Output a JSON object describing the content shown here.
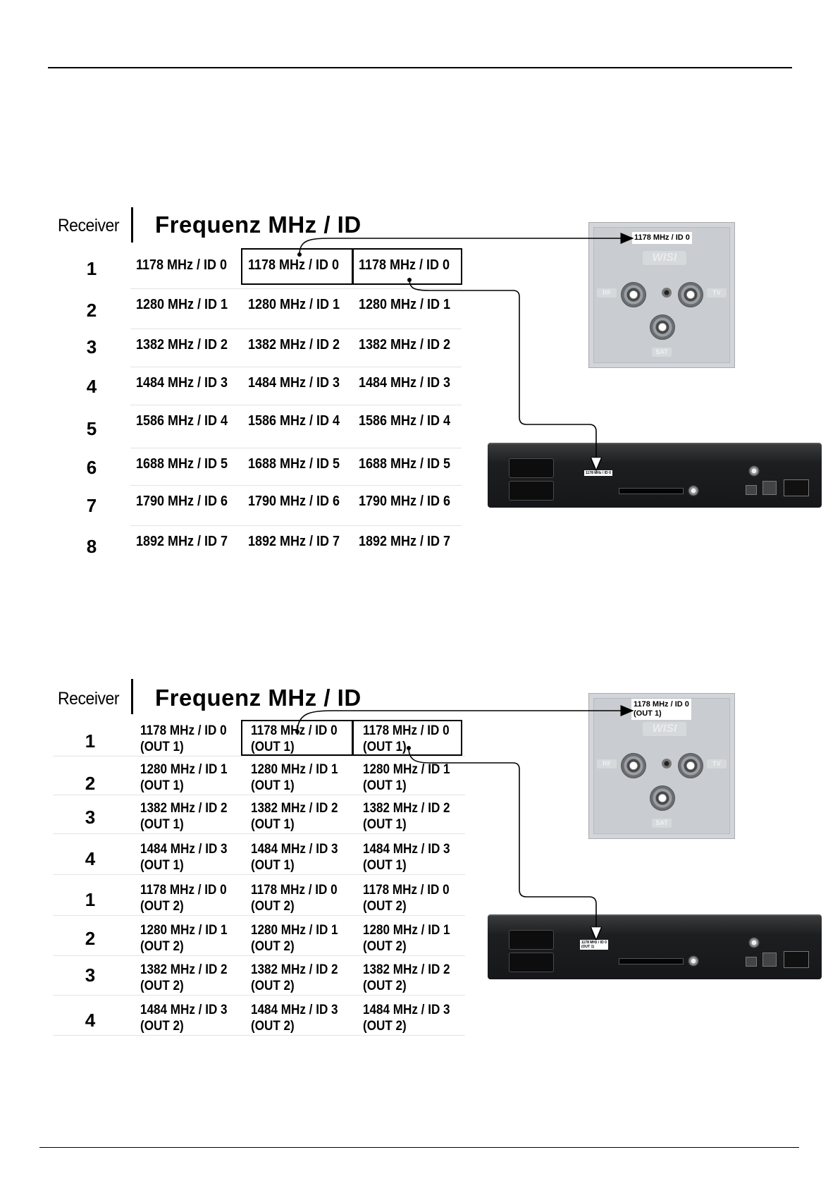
{
  "diagram1": {
    "header": {
      "receiver": "Receiver",
      "title": "Frequenz  MHz / ID"
    },
    "rows": [
      {
        "num": "1",
        "cells": [
          "1178 MHz / ID 0",
          "1178 MHz / ID 0",
          "1178 MHz / ID 0"
        ]
      },
      {
        "num": "2",
        "cells": [
          "1280 MHz / ID 1",
          "1280 MHz / ID 1",
          "1280 MHz / ID 1"
        ]
      },
      {
        "num": "3",
        "cells": [
          "1382 MHz / ID 2",
          "1382 MHz / ID 2",
          "1382 MHz / ID 2"
        ]
      },
      {
        "num": "4",
        "cells": [
          "1484 MHz / ID 3",
          "1484 MHz / ID 3",
          "1484 MHz / ID 3"
        ]
      },
      {
        "num": "5",
        "cells": [
          "1586 MHz / ID 4",
          "1586 MHz / ID 4",
          "1586 MHz / ID 4"
        ]
      },
      {
        "num": "6",
        "cells": [
          "1688 MHz / ID 5",
          "1688 MHz / ID 5",
          "1688 MHz / ID 5"
        ]
      },
      {
        "num": "7",
        "cells": [
          "1790 MHz / ID 6",
          "1790 MHz / ID 6",
          "1790 MHz / ID 6"
        ]
      },
      {
        "num": "8",
        "cells": [
          "1892 MHz / ID 7",
          "1892 MHz / ID 7",
          "1892 MHz / ID 7"
        ]
      }
    ],
    "socket_label": "1178 MHz / ID 0",
    "receiver_label": "1178 MHz / ID 0"
  },
  "diagram2": {
    "header": {
      "receiver": "Receiver",
      "title": "Frequenz  MHz / ID"
    },
    "rows": [
      {
        "num": "1",
        "cells": [
          [
            "1178 MHz / ID 0",
            "(OUT 1)"
          ],
          [
            "1178 MHz / ID 0",
            "(OUT 1)"
          ],
          [
            "1178 MHz / ID 0",
            "(OUT 1)"
          ]
        ]
      },
      {
        "num": "2",
        "cells": [
          [
            "1280 MHz / ID 1",
            "(OUT 1)"
          ],
          [
            "1280 MHz / ID 1",
            "(OUT 1)"
          ],
          [
            "1280 MHz / ID 1",
            "(OUT 1)"
          ]
        ]
      },
      {
        "num": "3",
        "cells": [
          [
            "1382 MHz / ID 2",
            "(OUT 1)"
          ],
          [
            "1382 MHz / ID 2",
            "(OUT 1)"
          ],
          [
            "1382 MHz / ID 2",
            "(OUT 1)"
          ]
        ]
      },
      {
        "num": "4",
        "cells": [
          [
            "1484 MHz / ID 3",
            "(OUT 1)"
          ],
          [
            "1484 MHz / ID 3",
            "(OUT 1)"
          ],
          [
            "1484 MHz / ID 3",
            "(OUT 1)"
          ]
        ]
      },
      {
        "num": "1",
        "cells": [
          [
            "1178 MHz / ID 0",
            "(OUT 2)"
          ],
          [
            "1178 MHz / ID 0",
            "(OUT 2)"
          ],
          [
            "1178 MHz / ID 0",
            "(OUT 2)"
          ]
        ]
      },
      {
        "num": "2",
        "cells": [
          [
            "1280 MHz / ID 1",
            "(OUT 2)"
          ],
          [
            "1280 MHz / ID 1",
            "(OUT 2)"
          ],
          [
            "1280 MHz / ID 1",
            "(OUT 2)"
          ]
        ]
      },
      {
        "num": "3",
        "cells": [
          [
            "1382 MHz / ID 2",
            "(OUT 2)"
          ],
          [
            "1382 MHz / ID 2",
            "(OUT 2)"
          ],
          [
            "1382 MHz / ID 2",
            "(OUT 2)"
          ]
        ]
      },
      {
        "num": "4",
        "cells": [
          [
            "1484 MHz / ID 3",
            "(OUT 2)"
          ],
          [
            "1484 MHz / ID 3",
            "(OUT 2)"
          ],
          [
            "1484 MHz / ID 3",
            "(OUT 2)"
          ]
        ]
      }
    ],
    "socket_label": [
      "1178 MHz / ID 0",
      "(OUT 1)"
    ],
    "receiver_label": [
      "1178 MHz / ID 0",
      "(OUT 1)"
    ]
  },
  "socket": {
    "brand": "WISI",
    "tags": [
      "RF",
      "TV",
      "SAT"
    ]
  }
}
